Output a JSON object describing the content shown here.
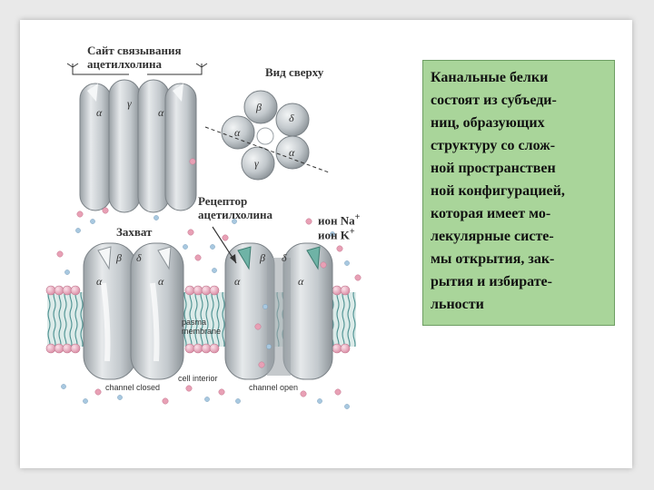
{
  "diagram": {
    "label_binding_site": [
      "Сайт связывания",
      "ацетилхолина"
    ],
    "label_top_view": "Вид сверху",
    "label_receptor": [
      "Рецептор",
      "ацетилхолина"
    ],
    "label_capture": "Захват",
    "label_ion_na": "ион Na",
    "label_ion_k": "ион K",
    "plus": "+",
    "label_plasma": [
      "pasma",
      "membrane"
    ],
    "label_cell_interior": "cell interior",
    "label_channel_closed": "channel closed",
    "label_channel_open": "channel open",
    "subunits": {
      "alpha": "α",
      "beta": "β",
      "gamma": "γ",
      "delta": "δ"
    }
  },
  "textbox": {
    "lines": [
      "Канальные белки",
      "состоят из субъеди-",
      "ниц, образующих",
      "структуру со слож-",
      "ной  пространствен",
      "ной конфигурацией,",
      "которая имеет  мо-",
      "лекулярные  систе-",
      "мы  открытия, зак-",
      "рытия и избирате-",
      "льности"
    ]
  },
  "colors": {
    "textbox_bg": "#a9d59a",
    "protein": "#c9ced2",
    "lipid_head": "#f0b8c8",
    "lipid_tail": "#5fa0a0",
    "ion_pink": "#e8a0b5",
    "ion_blue": "#a8c8e0"
  }
}
